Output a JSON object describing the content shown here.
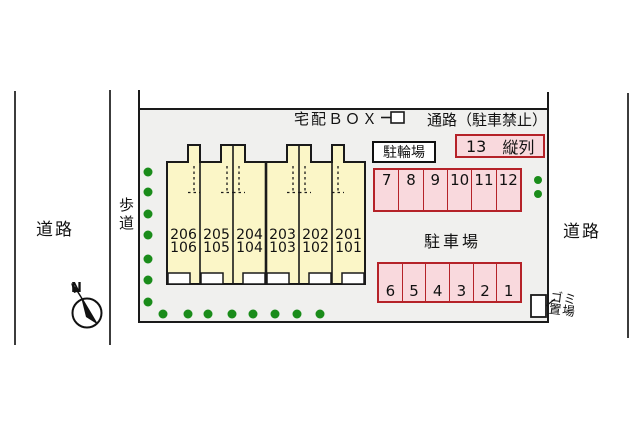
{
  "labels": {
    "delivery_box": "宅配ＢＯＸ",
    "aisle": "通路（駐車禁止）",
    "bike_parking": "駐輪場",
    "tandem_number": "13",
    "tandem_text": "縦列",
    "parking_lot": "駐車場",
    "garbage_line1": "ゴミ",
    "garbage_line2": "置場",
    "road_left": "道路",
    "sidewalk": "歩道",
    "road_right": "道路",
    "compass_north": "N"
  },
  "building": {
    "units": [
      {
        "upper": "206",
        "lower": "106"
      },
      {
        "upper": "205",
        "lower": "105"
      },
      {
        "upper": "204",
        "lower": "104"
      },
      {
        "upper": "203",
        "lower": "103"
      },
      {
        "upper": "202",
        "lower": "102"
      },
      {
        "upper": "201",
        "lower": "101"
      }
    ]
  },
  "parking": {
    "top_row": [
      "7",
      "8",
      "9",
      "10",
      "11",
      "12"
    ],
    "bottom_row": [
      "6",
      "5",
      "4",
      "3",
      "2",
      "1"
    ]
  },
  "colors": {
    "site_fill": "#f0f0ee",
    "building_fill": "#fbf6c7",
    "parking_fill": "#f9d9dd",
    "parking_border": "#b52228",
    "tree_green": "#1a8c1a",
    "line_dark": "#3c3c3c"
  }
}
